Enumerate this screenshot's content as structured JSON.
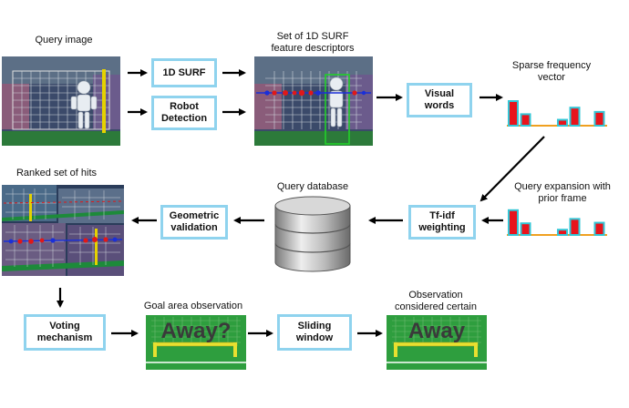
{
  "labels": {
    "query_image": "Query image",
    "set_of_surf_1": "Set of 1D SURF",
    "set_of_surf_2": "feature descriptors",
    "sparse_1": "Sparse frequency",
    "sparse_2": "vector",
    "ranked_hits": "Ranked set of hits",
    "query_database": "Query database",
    "query_expansion_1": "Query expansion with",
    "query_expansion_2": "prior frame",
    "goal_area_observation": "Goal area observation",
    "certain_1": "Observation",
    "certain_2": "considered certain"
  },
  "boxes": {
    "surf_1d": "1D SURF",
    "robot_detection_1": "Robot",
    "robot_detection_2": "Detection",
    "visual_words_1": "Visual",
    "visual_words_2": "words",
    "tfidf_1": "Tf-idf",
    "tfidf_2": "weighting",
    "geometric_1": "Geometric",
    "geometric_2": "validation",
    "voting_1": "Voting",
    "voting_2": "mechanism",
    "sliding_1": "Sliding",
    "sliding_2": "window"
  },
  "goal_images": {
    "uncertain_text": "Away?",
    "certain_text": "Away"
  },
  "colors": {
    "box_border": "#8fd3ee",
    "histogram_bar": "#e8141c",
    "histogram_outline": "#33c6d6",
    "histogram_baseline": "#f0a020",
    "field_green": "#2e9e3e",
    "goal_post": "#e8e030"
  },
  "histograms": {
    "sparse_vector": [
      0.75,
      0.35,
      0,
      0,
      0.18,
      0.55,
      0,
      0.42
    ],
    "prior_frame": [
      0.85,
      0.4,
      0,
      0,
      0.18,
      0.55,
      0,
      0.42
    ]
  }
}
